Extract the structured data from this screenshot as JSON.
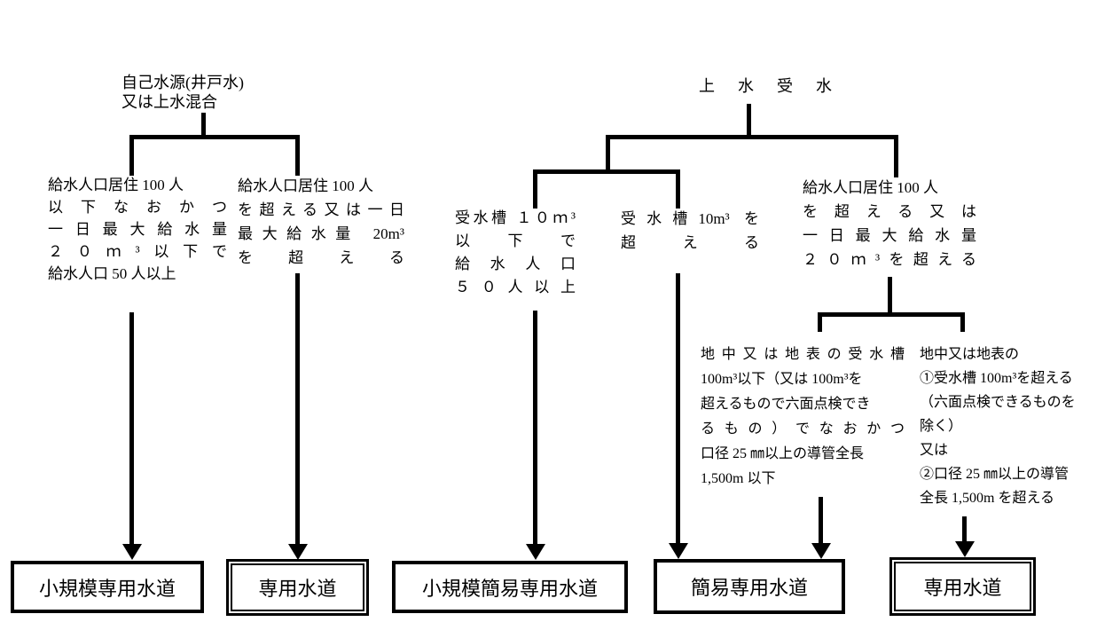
{
  "colors": {
    "line": "#000000",
    "background": "#ffffff",
    "text": "#000000"
  },
  "left": {
    "source": {
      "lines": [
        "自己水源(井戸水)",
        "又は上水混合"
      ]
    },
    "cond_small": {
      "lines": [
        "給水人口居住 100 人",
        "以下なおかつ",
        "一日最大給水量",
        "２０ｍ³以下で",
        "給水人口 50 人以上"
      ]
    },
    "cond_large": {
      "lines": [
        "給水人口居住 100 人",
        "を超える又は一日",
        "最大給水量 20m³",
        "を超える"
      ]
    },
    "result_small": "小規模専用水道",
    "result_large": "専用水道"
  },
  "right": {
    "source": "上水受水",
    "cond_tank_small": {
      "lines": [
        "受水槽 １０ｍ³",
        "以下で",
        "給水人口",
        "５０人以上"
      ]
    },
    "cond_tank_large": {
      "lines": [
        "受水槽10m³ を",
        "超える"
      ]
    },
    "cond_pop_large": {
      "lines": [
        "給水人口居住 100 人",
        "を超える又は",
        "一日最大給水量",
        "２０ｍ³を超える"
      ]
    },
    "detail_tank_ok": {
      "lines": [
        "地中又は地表の受水槽",
        "100m³以下（又は 100m³を",
        "超えるもので六面点検でき",
        "るもの）でなおかつ",
        "口径 25 ㎜以上の導管全長",
        "1,500m 以下"
      ]
    },
    "detail_tank_over": {
      "lines": [
        "地中又は地表の",
        "①受水槽 100m³を超える",
        "（六面点検できるものを",
        "除く）",
        "又は",
        "②口径 25 ㎜以上の導管",
        "全長 1,500m を超える"
      ]
    },
    "result_small_simple": "小規模簡易専用水道",
    "result_simple": "簡易専用水道",
    "result_senyo": "専用水道"
  }
}
